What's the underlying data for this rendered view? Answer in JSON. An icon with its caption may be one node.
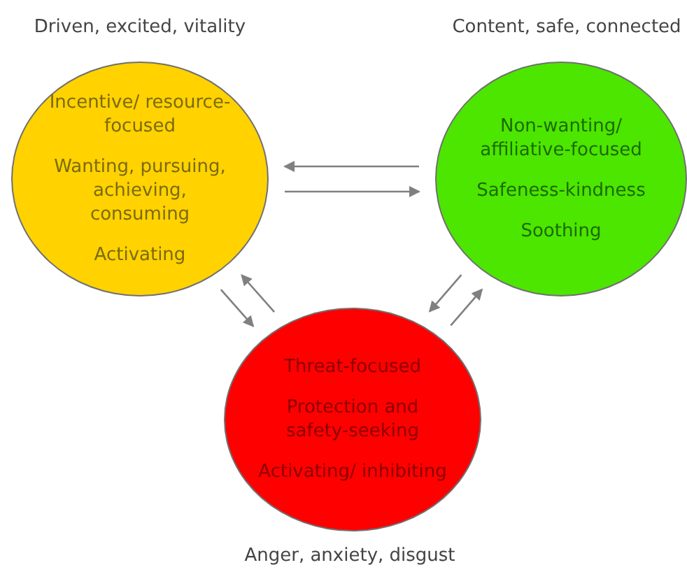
{
  "diagram": {
    "nodes": [
      {
        "text": [
          "Incentive/ resource-focused",
          "Wanting, pursuing, achieving, consuming",
          "Activating"
        ],
        "beside": [
          "Driven, excited, vitality"
        ]
      },
      {
        "text": [
          "Non-wanting/ affiliative-focused",
          "Safeness-kindness",
          "Soothing"
        ],
        "beside": [
          "Content, safe, connected"
        ]
      },
      {
        "text": [
          "Threat-focused",
          "Protection and safety-seeking",
          "Activating/ inhibiting"
        ],
        "beside": [
          "Anger, anxiety, disgust"
        ]
      }
    ],
    "edges": [
      {
        "from": 1,
        "to": 0,
        "arrow": "to"
      },
      {
        "from": 0,
        "to": 1,
        "arrow": "to"
      },
      {
        "from": 0,
        "to": 2,
        "arrow": "to"
      },
      {
        "from": 2,
        "to": 0,
        "arrow": "to"
      },
      {
        "from": 1,
        "to": 2,
        "arrow": "to"
      },
      {
        "from": 2,
        "to": 1,
        "arrow": "to"
      }
    ]
  }
}
